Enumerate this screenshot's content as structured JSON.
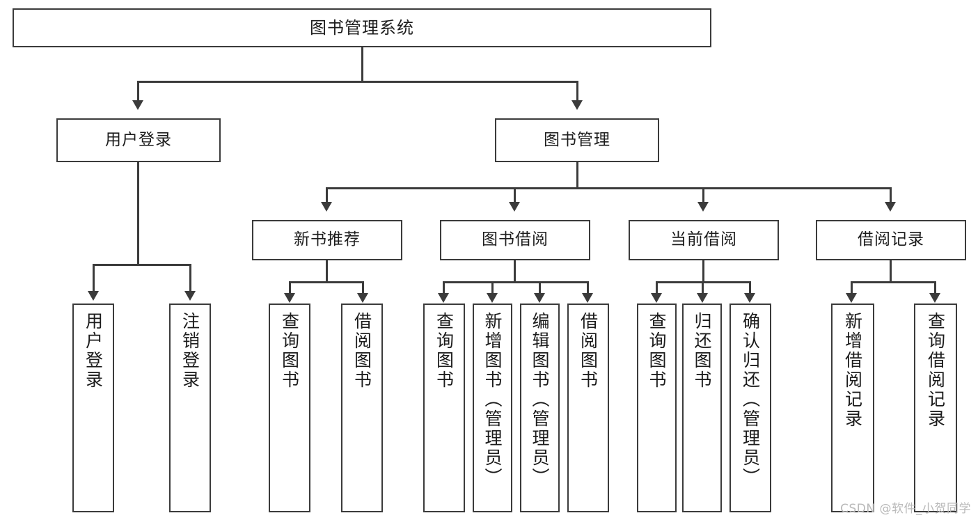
{
  "diagram": {
    "type": "tree",
    "title": "图书管理系统",
    "root": {
      "label": "图书管理系统"
    },
    "level2": [
      {
        "label": "用户登录"
      },
      {
        "label": "图书管理"
      }
    ],
    "level3": [
      {
        "label": "新书推荐"
      },
      {
        "label": "图书借阅"
      },
      {
        "label": "当前借阅"
      },
      {
        "label": "借阅记录"
      }
    ],
    "leaves": {
      "user_login": [
        {
          "label": "用户登录"
        },
        {
          "label": "注销登录"
        }
      ],
      "new_book_recommend": [
        {
          "label": "查询图书"
        },
        {
          "label": "借阅图书"
        }
      ],
      "book_borrow": [
        {
          "label": "查询图书"
        },
        {
          "label": "新增图书（管理员）"
        },
        {
          "label": "编辑图书（管理员）"
        },
        {
          "label": "借阅图书"
        }
      ],
      "current_borrow": [
        {
          "label": "查询图书"
        },
        {
          "label": "归还图书"
        },
        {
          "label": "确认归还（管理员）"
        }
      ],
      "borrow_record": [
        {
          "label": "新增借阅记录"
        },
        {
          "label": "查询借阅记录"
        }
      ]
    }
  },
  "watermark": {
    "text": "CSDN @软件_小贺同学"
  },
  "colors": {
    "stroke": "#3b3b3b",
    "fill": "#ffffff",
    "text": "#1c1c1c",
    "watermark": "#b9b9b9"
  }
}
